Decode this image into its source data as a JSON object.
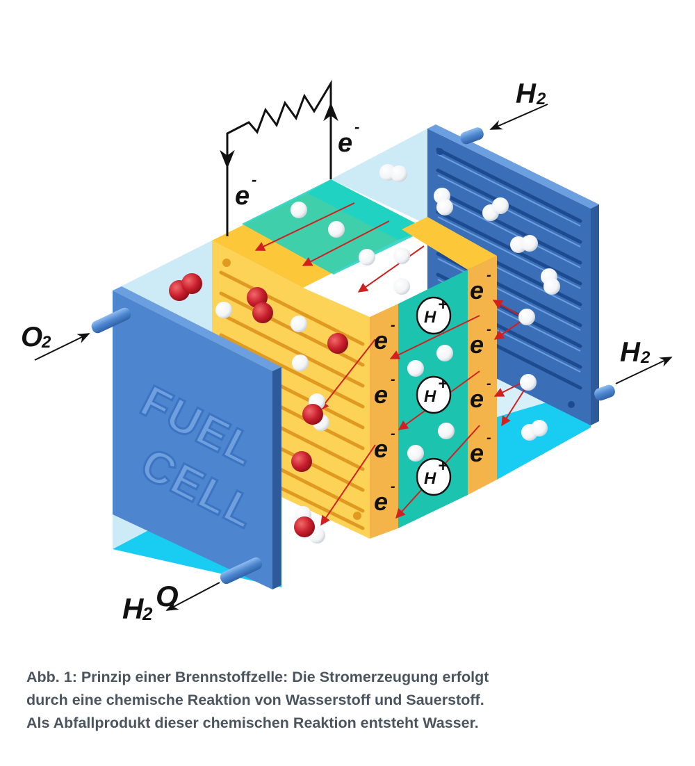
{
  "labels": {
    "o2": "O",
    "o2_sub": "2",
    "h2_in": "H",
    "h2_in_sub": "2",
    "h2_out": "H",
    "h2_out_sub": "2",
    "h2o_h": "H",
    "h2o_sub": "2",
    "h2o_o": "O",
    "electron": "e",
    "electron_sup": "-",
    "proton": "H",
    "proton_sup": "+"
  },
  "fuel_cell_text": [
    "FUEL",
    "CELL"
  ],
  "caption": [
    "Abb. 1: Prinzip einer Brennstoffzelle: Die Stromerzeugung erfolgt",
    "durch eine chemische Reaktion von Wasserstoff und Sauerstoff.",
    "Als Abfallprodukt dieser chemischen Reaktion entsteht Wasser."
  ],
  "colors": {
    "plate_blue": "#4d86cf",
    "plate_blue_dark": "#3a6fb8",
    "cathode_yellow": "#fcd257",
    "membrane_teal": "#1cc4b0",
    "anode_orange": "#f4b44a",
    "gas_light": "#cdeaf7",
    "water_cyan": "#19cdf2",
    "oxygen_red": "#c81e2c",
    "hydrogen_white": "#ffffff",
    "arrow_red": "#d21f1f"
  }
}
